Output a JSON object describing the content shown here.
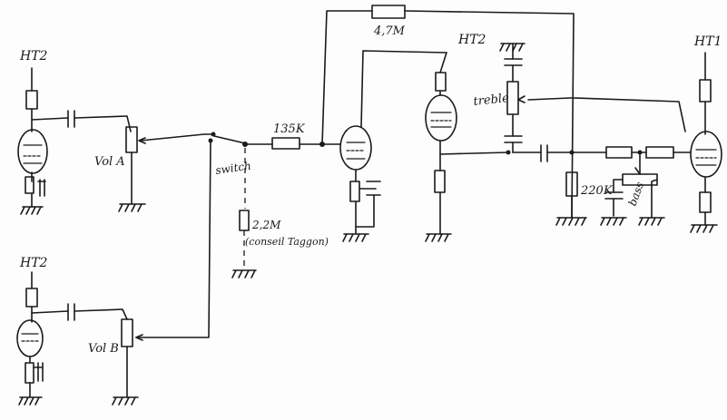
{
  "labels": {
    "ht2_top_left": "HT2",
    "ht2_bottom_left": "HT2",
    "ht2_middle": "HT2",
    "ht1_right": "HT1",
    "vol_a": "Vol A",
    "vol_b": "Vol B",
    "switch": "switch",
    "r_series": "135K",
    "r_feedback": "4,7M",
    "r_bias": "2,2M",
    "r_bias_note": "(conseil Taggon)",
    "treble": "treble",
    "r_220k": "220K",
    "bass": "bass"
  }
}
